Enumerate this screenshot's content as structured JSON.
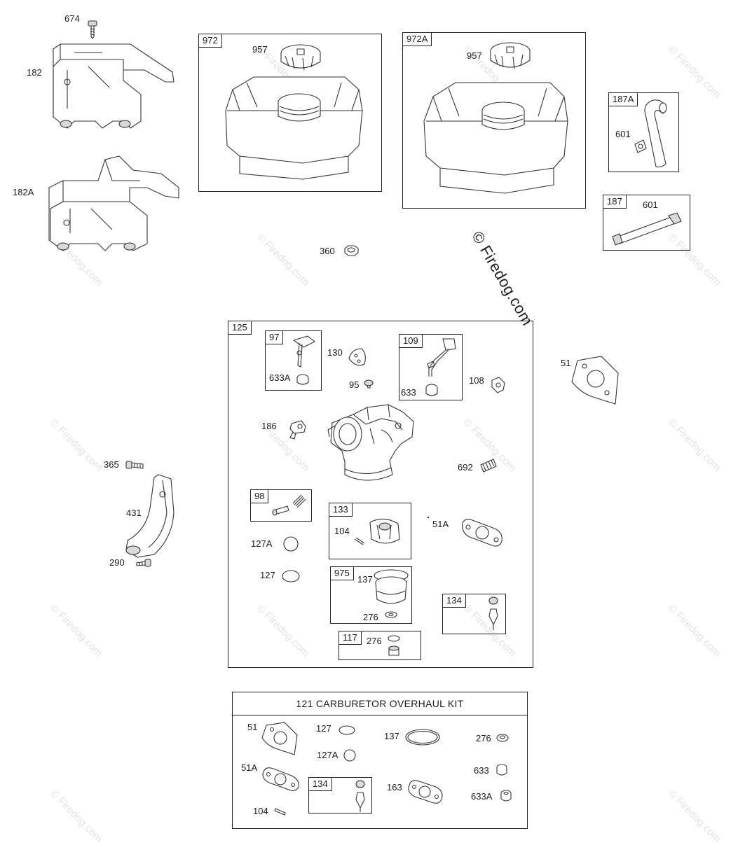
{
  "watermark": "© Firedog.com",
  "brand": "© Firedog.com",
  "labels": {
    "l674": "674",
    "l182": "182",
    "l182A": "182A",
    "l957a": "957",
    "l957b": "957",
    "l360": "360",
    "l601a": "601",
    "l601b": "601",
    "l51": "51",
    "l365": "365",
    "l431": "431",
    "l290": "290",
    "l633A": "633A",
    "l130": "130",
    "l95": "95",
    "l633": "633",
    "l108": "108",
    "l186": "186",
    "l692": "692",
    "l104": "104",
    "l51A": "51A",
    "l127A": "127A",
    "l127": "127",
    "l137": "137",
    "l276a": "276",
    "l276b": "276",
    "k51": "51",
    "k127": "127",
    "k137": "137",
    "k276": "276",
    "k127A": "127A",
    "k51A": "51A",
    "k633": "633",
    "k163": "163",
    "k633A": "633A",
    "k104": "104"
  },
  "boxes": {
    "b972": "972",
    "b972A": "972A",
    "b187A": "187A",
    "b187": "187",
    "b125": "125",
    "b97": "97",
    "b109": "109",
    "b98": "98",
    "b133": "133",
    "b975": "975",
    "b134": "134",
    "b117": "117",
    "k134": "134"
  },
  "kit": {
    "title": "121 CARBURETOR OVERHAUL KIT"
  }
}
